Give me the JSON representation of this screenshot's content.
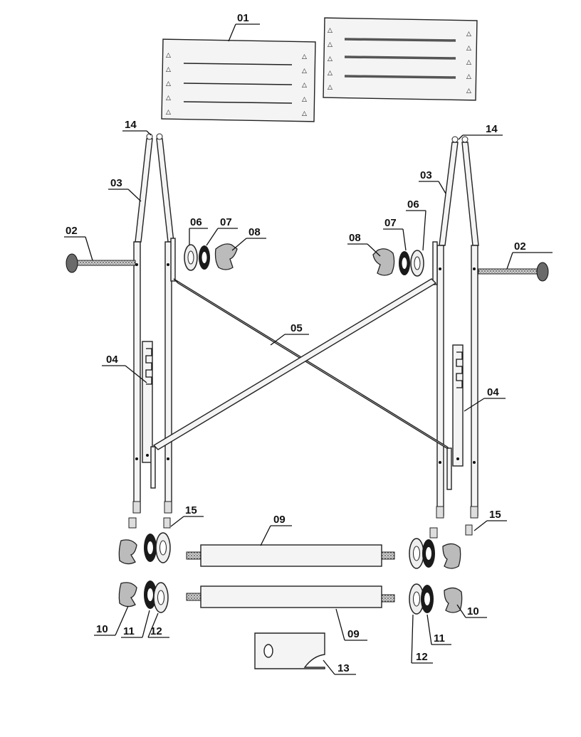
{
  "labels": {
    "p01": "01",
    "p02": "02",
    "p03": "03",
    "p04": "04",
    "p05": "05",
    "p06": "06",
    "p07": "07",
    "p08": "08",
    "p09": "09",
    "p10": "10",
    "p11": "11",
    "p12": "12",
    "p13": "13",
    "p14": "14",
    "p15": "15"
  },
  "colors": {
    "line": "#111111",
    "part_fill": "#f4f4f4",
    "stripe": "#555555",
    "dark_washer": "#1a1a1a",
    "background": "#ffffff"
  }
}
